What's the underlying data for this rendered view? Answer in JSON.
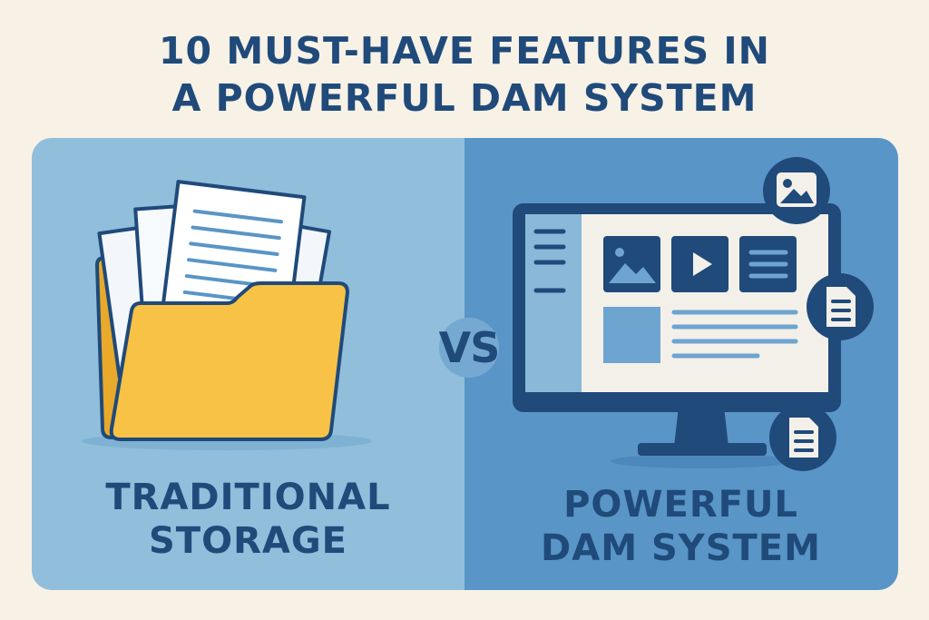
{
  "title": {
    "line1": "10 MUST-HAVE FEATURES IN",
    "line2": "A POWERFUL DAM SYSTEM"
  },
  "left": {
    "label_line1": "TRADITIONAL",
    "label_line2": "STORAGE",
    "icon": "folder-with-papers-icon"
  },
  "vs_label": "VS",
  "right": {
    "label_line1": "POWERFUL",
    "label_line2": "DAM SYSTEM",
    "icon": "monitor-icon",
    "badges": [
      "image-icon",
      "document-icon",
      "document-icon"
    ]
  },
  "colors": {
    "background": "#f7f1e6",
    "navy": "#1f4a7a",
    "left_panel": "#90bedb",
    "right_panel": "#5995c7",
    "folder": "#f7c245"
  }
}
